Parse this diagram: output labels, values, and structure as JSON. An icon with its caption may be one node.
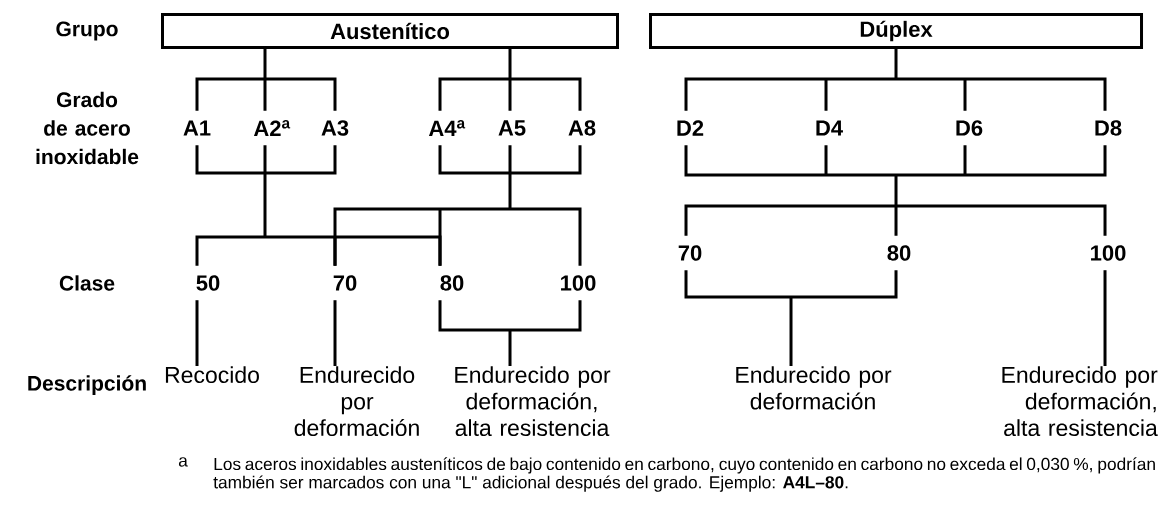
{
  "diagram": {
    "nodes": [
      {
        "text": [
          "Austenítico"
        ]
      },
      {
        "text": [
          "Dúplex"
        ]
      },
      {
        "text": [
          "A1"
        ]
      },
      {
        "text": [
          "A2$^{a}$"
        ]
      },
      {
        "text": [
          "A3"
        ]
      },
      {
        "text": [
          "A4$^{a}$"
        ]
      },
      {
        "text": [
          "A5"
        ]
      },
      {
        "text": [
          "A8"
        ]
      },
      {
        "text": [
          "D2"
        ]
      },
      {
        "text": [
          "D4"
        ]
      },
      {
        "text": [
          "D6"
        ]
      },
      {
        "text": [
          "D8"
        ]
      },
      {
        "text": [
          "50"
        ]
      },
      {
        "text": [
          "70"
        ]
      },
      {
        "text": [
          "80"
        ]
      },
      {
        "text": [
          "100"
        ]
      },
      {
        "text": [
          "70"
        ]
      },
      {
        "text": [
          "80"
        ]
      },
      {
        "text": [
          "100"
        ]
      },
      {
        "text": [
          "Recocido"
        ]
      },
      {
        "text": [
          "Endurecido por deformación"
        ]
      },
      {
        "text": [
          "Endurecido por deformación, alta resistencia"
        ]
      },
      {
        "text": [
          "Endurecido por deformación"
        ]
      },
      {
        "text": [
          "Endurecido por deformación, alta resistencia"
        ]
      }
    ],
    "edges": [
      {
        "from": 0,
        "to": 2,
        "arrow": "none"
      },
      {
        "from": 0,
        "to": 3,
        "arrow": "none"
      },
      {
        "from": 0,
        "to": 4,
        "arrow": "none"
      },
      {
        "from": 0,
        "to": 5,
        "arrow": "none"
      },
      {
        "from": 0,
        "to": 6,
        "arrow": "none"
      },
      {
        "from": 0,
        "to": 7,
        "arrow": "none"
      },
      {
        "from": 1,
        "to": 8,
        "arrow": "none"
      },
      {
        "from": 1,
        "to": 9,
        "arrow": "none"
      },
      {
        "from": 1,
        "to": 10,
        "arrow": "none"
      },
      {
        "from": 1,
        "to": 11,
        "arrow": "none"
      },
      {
        "from": 2,
        "to": 12,
        "arrow": "none"
      },
      {
        "from": 2,
        "to": 13,
        "arrow": "none"
      },
      {
        "from": 2,
        "to": 14,
        "arrow": "none"
      },
      {
        "from": 3,
        "to": 12,
        "arrow": "none"
      },
      {
        "from": 3,
        "to": 13,
        "arrow": "none"
      },
      {
        "from": 3,
        "to": 14,
        "arrow": "none"
      },
      {
        "from": 4,
        "to": 12,
        "arrow": "none"
      },
      {
        "from": 4,
        "to": 13,
        "arrow": "none"
      },
      {
        "from": 4,
        "to": 14,
        "arrow": "none"
      },
      {
        "from": 5,
        "to": 13,
        "arrow": "none"
      },
      {
        "from": 5,
        "to": 14,
        "arrow": "none"
      },
      {
        "from": 5,
        "to": 15,
        "arrow": "none"
      },
      {
        "from": 6,
        "to": 13,
        "arrow": "none"
      },
      {
        "from": 6,
        "to": 14,
        "arrow": "none"
      },
      {
        "from": 6,
        "to": 15,
        "arrow": "none"
      },
      {
        "from": 7,
        "to": 13,
        "arrow": "none"
      },
      {
        "from": 7,
        "to": 14,
        "arrow": "none"
      },
      {
        "from": 7,
        "to": 15,
        "arrow": "none"
      },
      {
        "from": 8,
        "to": 16,
        "arrow": "none"
      },
      {
        "from": 8,
        "to": 17,
        "arrow": "none"
      },
      {
        "from": 8,
        "to": 18,
        "arrow": "none"
      },
      {
        "from": 9,
        "to": 16,
        "arrow": "none"
      },
      {
        "from": 9,
        "to": 17,
        "arrow": "none"
      },
      {
        "from": 9,
        "to": 18,
        "arrow": "none"
      },
      {
        "from": 10,
        "to": 16,
        "arrow": "none"
      },
      {
        "from": 10,
        "to": 17,
        "arrow": "none"
      },
      {
        "from": 10,
        "to": 18,
        "arrow": "none"
      },
      {
        "from": 11,
        "to": 16,
        "arrow": "none"
      },
      {
        "from": 11,
        "to": 17,
        "arrow": "none"
      },
      {
        "from": 11,
        "to": 18,
        "arrow": "none"
      },
      {
        "from": 12,
        "to": 19,
        "arrow": "none"
      },
      {
        "from": 13,
        "to": 20,
        "arrow": "none"
      },
      {
        "from": 14,
        "to": 21,
        "arrow": "none"
      },
      {
        "from": 15,
        "to": 21,
        "arrow": "none"
      },
      {
        "from": 16,
        "to": 22,
        "arrow": "none"
      },
      {
        "from": 17,
        "to": 22,
        "arrow": "none"
      },
      {
        "from": 18,
        "to": 23,
        "arrow": "none"
      }
    ],
    "labels": [
      "Grupo",
      "Grado de acero inoxidable",
      "Clase",
      "Descripción",
      "a",
      "Los aceros inoxidables austeníticos de bajo contenido en carbono, cuyo contenido en carbono no exceda el 0,030 %, podrían también ser marcados con una \"L\" adicional después del grado. Ejemplo: **A4L–80**."
    ]
  }
}
